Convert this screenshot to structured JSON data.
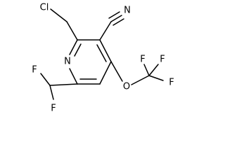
{
  "molecule": {
    "atoms": {
      "cl": "Cl",
      "n_cyano": "N",
      "n_ring": "N",
      "o": "O",
      "f_cf3_top_left": "F",
      "f_cf3_top_right": "F",
      "f_cf3_right": "F",
      "f_chf2_top": "F",
      "f_chf2_bottom": "F"
    }
  }
}
